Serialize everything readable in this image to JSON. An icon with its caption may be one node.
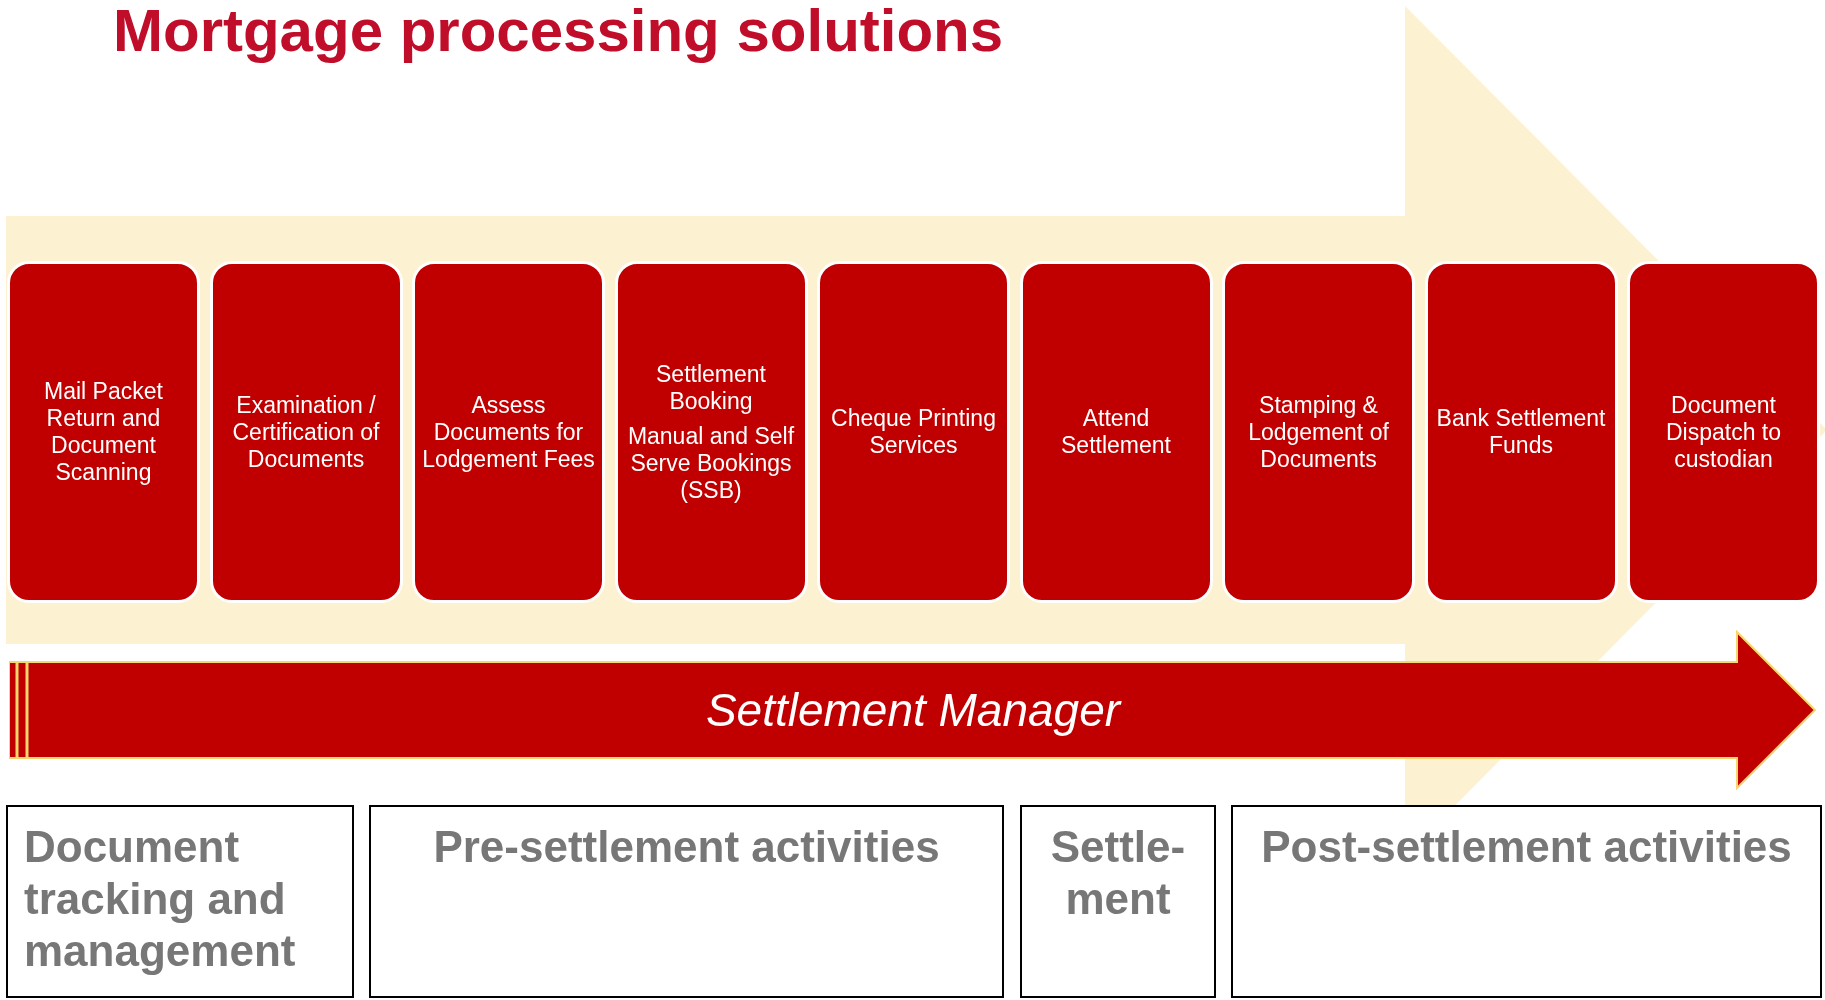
{
  "diagram": {
    "title": "Mortgage processing solutions",
    "nodes": [
      {
        "text": [
          "Mail Packet Return and Document Scanning"
        ]
      },
      {
        "text": [
          "Examination / Certification of Documents"
        ]
      },
      {
        "text": [
          "Assess Documents for Lodgement Fees"
        ]
      },
      {
        "text": [
          "Settlement Booking",
          "Manual and Self Serve Bookings (SSB)"
        ]
      },
      {
        "text": [
          "Cheque Printing Services"
        ]
      },
      {
        "text": [
          "Attend Settlement"
        ]
      },
      {
        "text": [
          "Stamping & Lodgement of Documents"
        ]
      },
      {
        "text": [
          "Bank Settlement Funds"
        ]
      },
      {
        "text": [
          "Document Dispatch to custodian"
        ]
      },
      {
        "text": [
          "Settlement Manager"
        ]
      },
      {
        "text": [
          "Document tracking and management"
        ]
      },
      {
        "text": [
          "Pre-settlement activities"
        ]
      },
      {
        "text": [
          "Settle-ment"
        ]
      },
      {
        "text": [
          "Post-settlement activities"
        ]
      }
    ],
    "edges": [
      {
        "from": 0,
        "to": 8,
        "arrow": "to"
      }
    ]
  }
}
